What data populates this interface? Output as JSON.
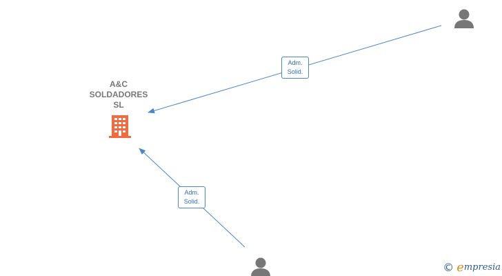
{
  "company": {
    "name_lines": [
      "A&C",
      "SOLDADORES",
      "SL"
    ],
    "icon": "building-icon",
    "color": "#f26a3d"
  },
  "people": [
    {
      "icon": "person-icon",
      "color": "#777777"
    },
    {
      "icon": "person-icon",
      "color": "#777777"
    }
  ],
  "relations": [
    {
      "label_lines": [
        "Adm.",
        "Solid."
      ],
      "from": "person-top-right",
      "to": "company"
    },
    {
      "label_lines": [
        "Adm.",
        "Solid."
      ],
      "from": "person-bottom",
      "to": "company"
    }
  ],
  "edge_color": "#4a86c8",
  "watermark": {
    "symbol": "©",
    "brand_initial": "e",
    "brand_rest": "mpresia"
  }
}
